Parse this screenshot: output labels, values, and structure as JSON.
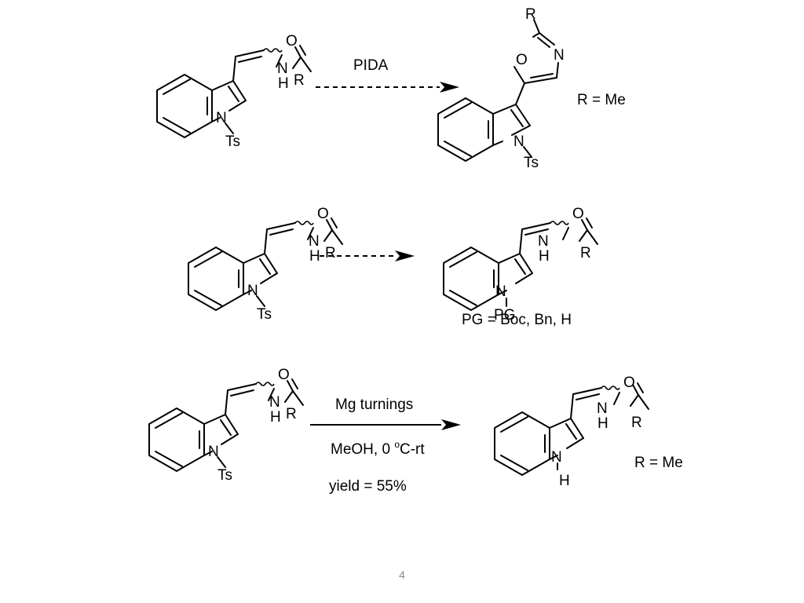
{
  "slide": {
    "page_number": "4"
  },
  "atoms": {
    "n": "N",
    "o": "O",
    "h": "H",
    "r": "R",
    "ts": "Ts",
    "pg": "PG"
  },
  "reactions": [
    {
      "reagent": "PIDA",
      "product_note": "R = Me"
    },
    {
      "product_note": "PG = Boc, Bn, H"
    },
    {
      "reagent": "Mg turnings",
      "conditions": "MeOH, 0 ",
      "degree": "o",
      "temp_suffix": "C-rt",
      "yield": "yield = 55%",
      "product_note": "R = Me"
    }
  ],
  "colors": {
    "ink": "#000000",
    "page_number": "#8c8c8c",
    "background": "#ffffff"
  }
}
